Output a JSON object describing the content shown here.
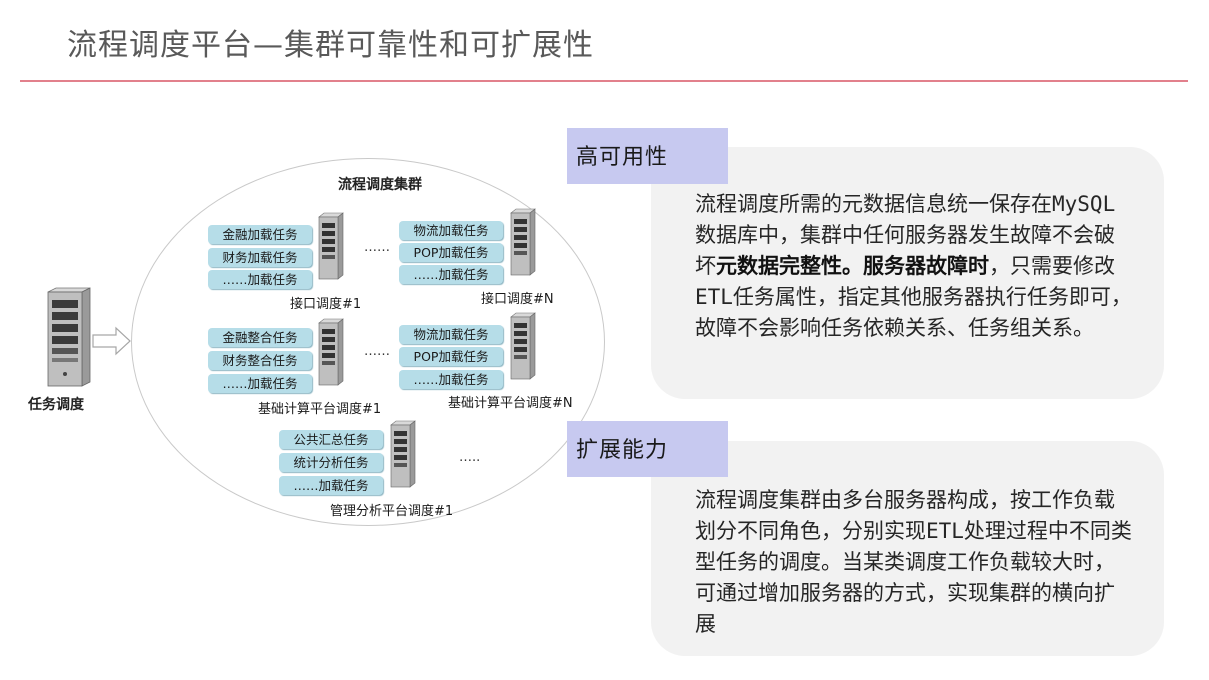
{
  "title": "流程调度平台—集群可靠性和可扩展性",
  "diagram": {
    "dispatcher_label": "任务调度",
    "cluster_title": "流程调度集群",
    "ellipsis": "……",
    "ellipsis_short": "…..",
    "groups": [
      {
        "label": "接口调度#1",
        "tags": [
          "金融加载任务",
          "财务加载任务",
          "……加载任务"
        ]
      },
      {
        "label": "接口调度#N",
        "tags": [
          "物流加载任务",
          "POP加载任务",
          "……加载任务"
        ]
      },
      {
        "label": "基础计算平台调度#1",
        "tags": [
          "金融整合任务",
          "财务整合任务",
          "……加载任务"
        ]
      },
      {
        "label": "基础计算平台调度#N",
        "tags": [
          "物流加载任务",
          "POP加载任务",
          "……加载任务"
        ]
      },
      {
        "label": "管理分析平台调度#1",
        "tags": [
          "公共汇总任务",
          "统计分析任务",
          "……加载任务"
        ]
      }
    ]
  },
  "cards": [
    {
      "heading": "高可用性",
      "text_a": "流程调度所需的元数据信息统一保存在MySQL数据库中，集群中任何服务器发生故障不会破坏",
      "text_bold": "元数据完整性。服务器故障时",
      "text_b": "，只需要修改ETL任务属性，指定其他服务器执行任务即可，故障不会影响任务依赖关系、任务组关系。"
    },
    {
      "heading": "扩展能力",
      "text": "流程调度集群由多台服务器构成，按工作负载划分不同角色，分别实现ETL处理过程中不同类型任务的调度。当某类调度工作负载较大时，可通过增加服务器的方式，实现集群的横向扩展"
    }
  ]
}
